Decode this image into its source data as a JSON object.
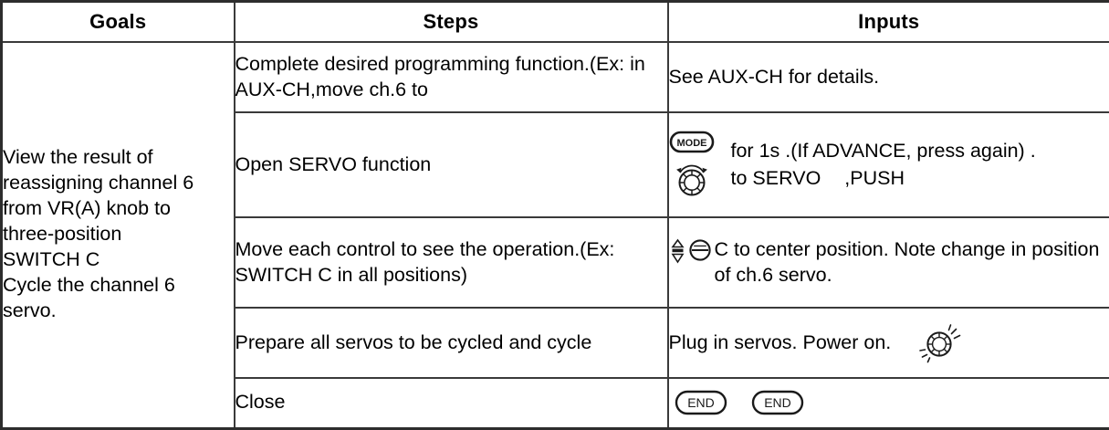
{
  "table": {
    "headers": [
      "Goals",
      "Steps",
      "Inputs"
    ],
    "goal_text": "View the result of\nreassigning channel 6\nfrom VR(A) knob to\nthree-position\nSWITCH C\nCycle the channel 6\nservo.",
    "rows": [
      {
        "steps": "Complete desired programming function.(Ex: in AUX-CH,move ch.6 to",
        "inputs_text": "See AUX-CH for details.",
        "icons": []
      },
      {
        "steps": "Open SERVO function",
        "inputs_line1": "for 1s .(If ADVANCE, press again) .",
        "inputs_line2_a": "to SERVO",
        "inputs_line2_b": ",PUSH",
        "icons": [
          "mode-button-icon",
          "rotary-dial-icon"
        ],
        "mode_label": "MODE"
      },
      {
        "steps": "Move each control to see the operation.(Ex: SWITCH C in all positions)",
        "inputs_text": "C to center position. Note change in position of ch.6 servo.",
        "icons": [
          "three-position-switch-icon",
          "switch-knob-icon"
        ]
      },
      {
        "steps": "Prepare all servos to be cycled and cycle",
        "inputs_text": "Plug in servos. Power on.",
        "icons": [
          "power-knob-icon"
        ]
      },
      {
        "steps": "Close",
        "inputs_text": "",
        "icons": [
          "end-button-icon",
          "end-button-icon"
        ],
        "end_label_1": "END",
        "end_label_2": "END"
      }
    ]
  },
  "colors": {
    "border": "#3a3a3a",
    "text": "#000000",
    "background": "#ffffff"
  }
}
